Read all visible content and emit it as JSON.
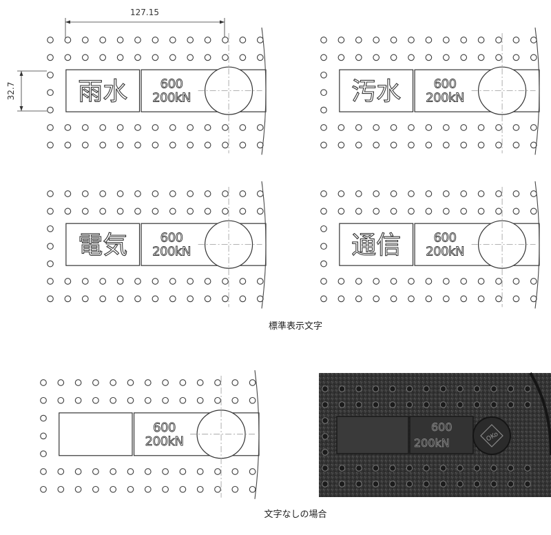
{
  "dimension_width": "127.15",
  "dimension_height": "32.7",
  "caption_standard": "標準表示文字",
  "caption_blank": "文字なしの場合",
  "panels": [
    {
      "id": "rainwater",
      "label": "雨水",
      "rating_top": "600",
      "rating_bottom": "200kN"
    },
    {
      "id": "sewage",
      "label": "汚水",
      "rating_top": "600",
      "rating_bottom": "200kN"
    },
    {
      "id": "electric",
      "label": "電気",
      "rating_top": "600",
      "rating_bottom": "200kN"
    },
    {
      "id": "telecom",
      "label": "通信",
      "rating_top": "600",
      "rating_bottom": "200kN"
    },
    {
      "id": "blank",
      "label": "",
      "rating_top": "600",
      "rating_bottom": "200kN"
    }
  ],
  "photo": {
    "rating_top": "600",
    "rating_bottom": "200kN",
    "logo_text": "OKo"
  }
}
